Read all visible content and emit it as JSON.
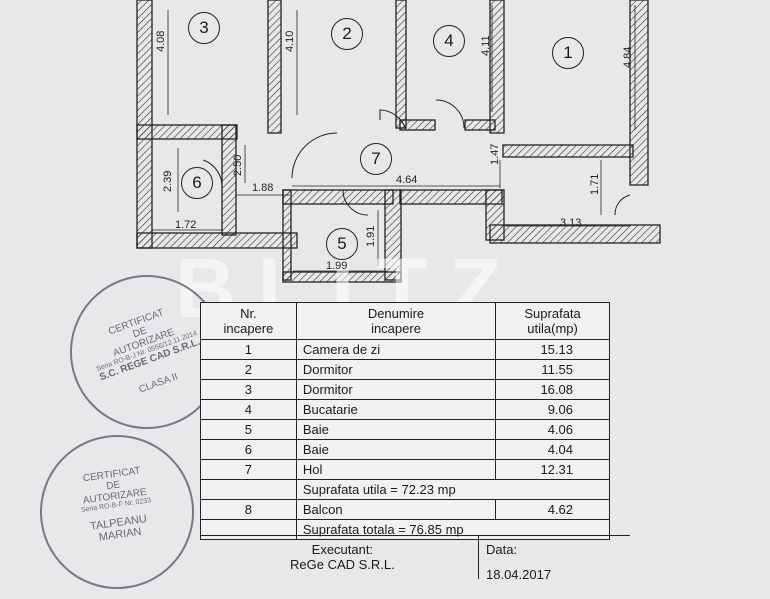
{
  "watermark": "BLITZ",
  "plan": {
    "rooms": [
      {
        "num": "1"
      },
      {
        "num": "2"
      },
      {
        "num": "3"
      },
      {
        "num": "4"
      },
      {
        "num": "5"
      },
      {
        "num": "6"
      },
      {
        "num": "7"
      }
    ],
    "dimensions": [
      "4.08",
      "4.10",
      "4.11",
      "4.84",
      "2.50",
      "2.39",
      "1.88",
      "4.64",
      "1.47",
      "1.71",
      "1.72",
      "1.91",
      "1.99",
      "3.13"
    ]
  },
  "table": {
    "header": {
      "nr": "Nr.\nincapere",
      "name": "Denumire\nincapere",
      "area": "Suprafata\nutila(mp)"
    },
    "rows": [
      {
        "nr": "1",
        "name": "Camera de zi",
        "area": "15.13"
      },
      {
        "nr": "2",
        "name": "Dormitor",
        "area": "11.55"
      },
      {
        "nr": "3",
        "name": "Dormitor",
        "area": "16.08"
      },
      {
        "nr": "4",
        "name": "Bucatarie",
        "area": "9.06"
      },
      {
        "nr": "5",
        "name": "Baie",
        "area": "4.06"
      },
      {
        "nr": "6",
        "name": "Baie",
        "area": "4.04"
      },
      {
        "nr": "7",
        "name": "Hol",
        "area": "12.31"
      }
    ],
    "usable_total": "Suprafata utila = 72.23 mp",
    "balcony": {
      "nr": "8",
      "name": "Balcon",
      "area": "4.62"
    },
    "grand_total": "Suprafata totala = 76.85 mp"
  },
  "footer": {
    "executant_label": "Executant:",
    "executant_name": "ReGe CAD S.R.L.",
    "date_label": "Data:",
    "date_value": "18.04.2017"
  },
  "stamps": {
    "top": {
      "line1": "CERTIFICAT",
      "line2": "DE",
      "line3": "AUTORIZARE",
      "line4": "Seria RO-B-J Nr. 0556/12.11.2014",
      "line5": "S.C. REGE CAD S.R.L.",
      "line6": "CLASA II"
    },
    "bottom": {
      "line1": "CERTIFICAT",
      "line2": "DE",
      "line3": "AUTORIZARE",
      "line4": "Seria RO-B-F Nr. 0233",
      "line5": "TALPEANU",
      "line6": "MARIAN"
    }
  }
}
